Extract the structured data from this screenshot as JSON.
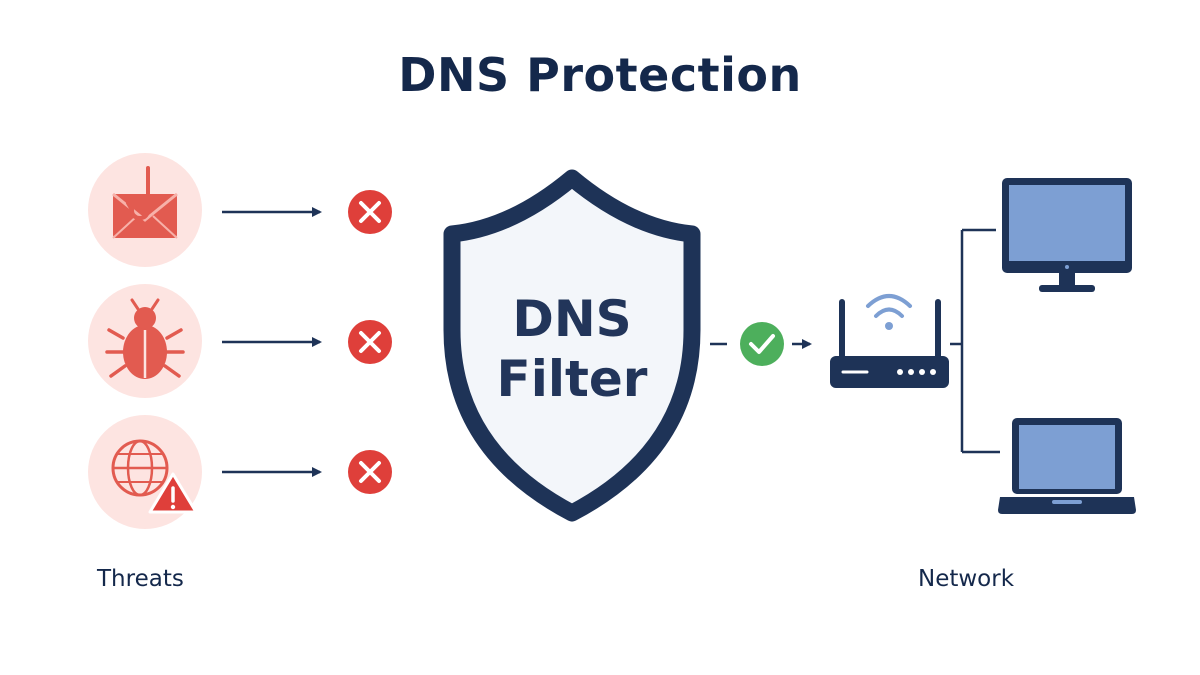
{
  "title": "DNS Protection",
  "shield": {
    "line1": "DNS",
    "line2": "Filter"
  },
  "labels": {
    "threats": "Threats",
    "network": "Network"
  },
  "threats": [
    {
      "icon": "phishing-email-icon",
      "status": "blocked-icon"
    },
    {
      "icon": "malware-bug-icon",
      "status": "blocked-icon"
    },
    {
      "icon": "malicious-website-icon",
      "status": "blocked-icon"
    }
  ],
  "network_devices": [
    "wifi-router-icon",
    "desktop-monitor-icon",
    "laptop-icon"
  ],
  "colors": {
    "navy": "#1e3357",
    "threat_red": "#e25b50",
    "threat_bg": "#fde4e1",
    "blocked_red": "#df3f3a",
    "allowed_green": "#4daf5c",
    "screen_blue": "#7d9fd3",
    "shield_fill": "#f3f6fa"
  }
}
